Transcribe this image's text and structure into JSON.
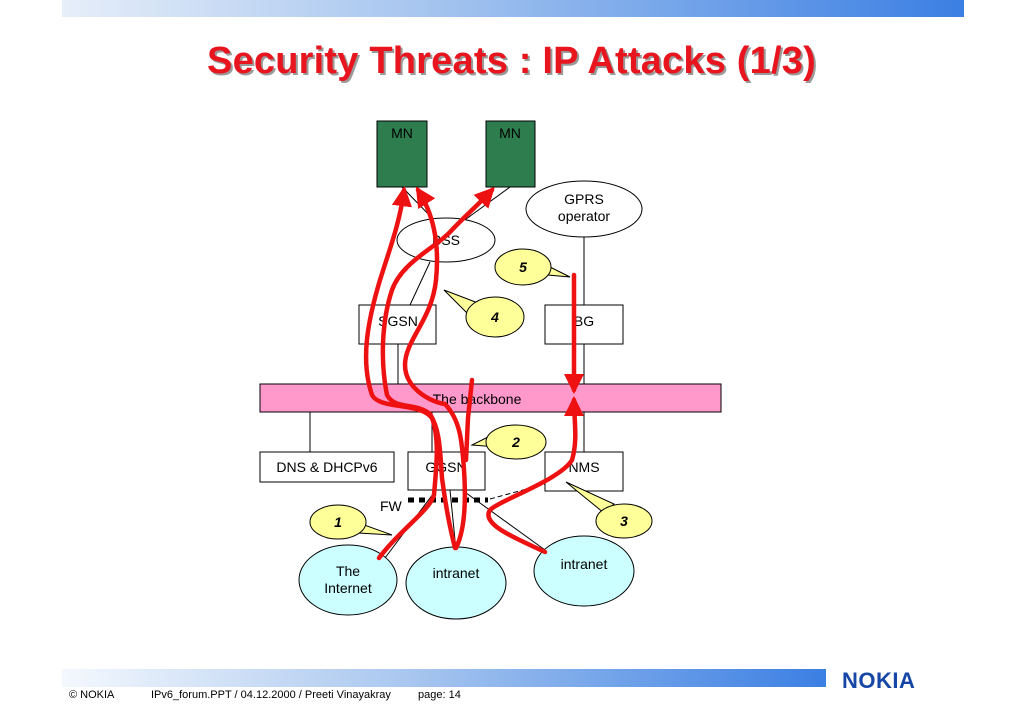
{
  "slide": {
    "title": "Security Threats : IP Attacks (1/3)"
  },
  "diagram": {
    "mn_left": "MN",
    "mn_right": "MN",
    "gprs_operator_line1": "GPRS",
    "gprs_operator_line2": "operator",
    "bss": "BSS",
    "sgsn": "SGSN",
    "bg": "BG",
    "backbone": "The backbone",
    "dns_dhcp": "DNS & DHCPv6",
    "ggsn": "GGSN",
    "nms": "NMS",
    "fw": "FW",
    "internet_line1": "The",
    "internet_line2": "Internet",
    "intranet_left": "intranet",
    "intranet_right": "intranet",
    "callout_1": "1",
    "callout_2": "2",
    "callout_3": "3",
    "callout_4": "4",
    "callout_5": "5"
  },
  "colors": {
    "title": "#e8151f",
    "mn_fill": "#2e7d4f",
    "backbone_fill": "#ff99cc",
    "cloud_fill": "#ccffff",
    "callout_fill": "#ffff99",
    "arrow": "#ee1111",
    "logo": "#1646a6"
  },
  "footer": {
    "copyright": "© NOKIA",
    "info": "IPv6_forum.PPT / 04.12.2000 / Preeti Vinayakray",
    "page": "page: 14"
  },
  "logo": {
    "text": "NOKIA"
  }
}
